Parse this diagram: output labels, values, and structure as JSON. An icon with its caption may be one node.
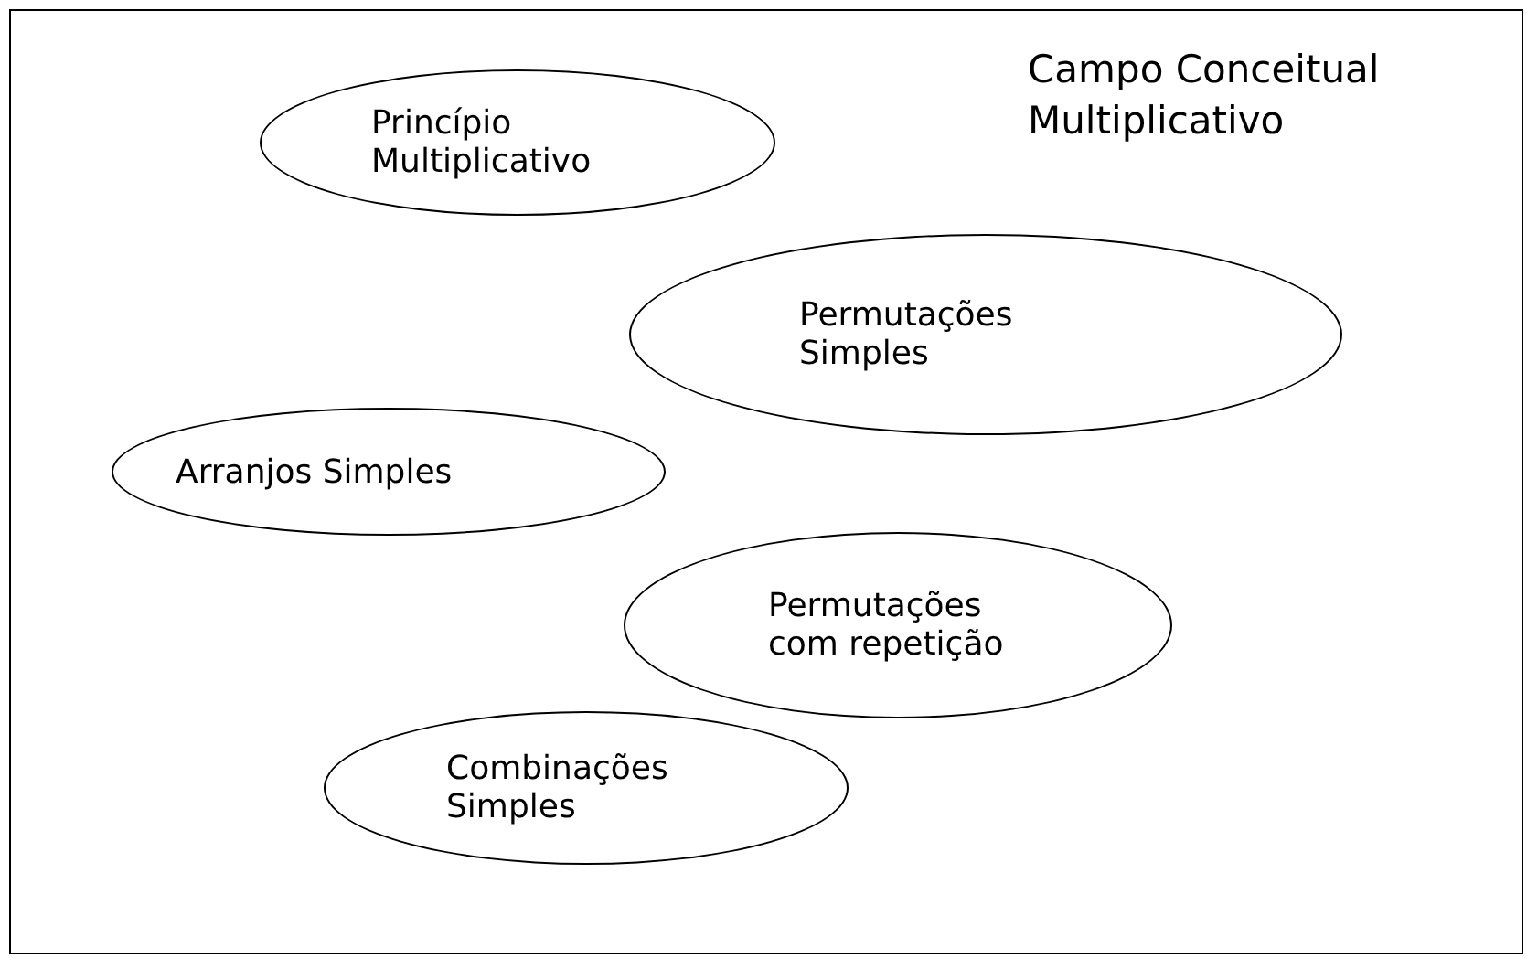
{
  "diagram": {
    "nodes": [
      {
        "text": [
          "Campo Conceitual Multiplicativo"
        ]
      },
      {
        "text": [
          "Princípio Multiplicativo"
        ],
        "in": 0
      },
      {
        "text": [
          "Permutações Simples"
        ],
        "in": 0
      },
      {
        "text": [
          "Arranjos Simples"
        ],
        "in": 0
      },
      {
        "text": [
          "Permutações com repetição"
        ],
        "in": 0
      },
      {
        "text": [
          "Combinações Simples"
        ],
        "in": 0
      }
    ]
  }
}
